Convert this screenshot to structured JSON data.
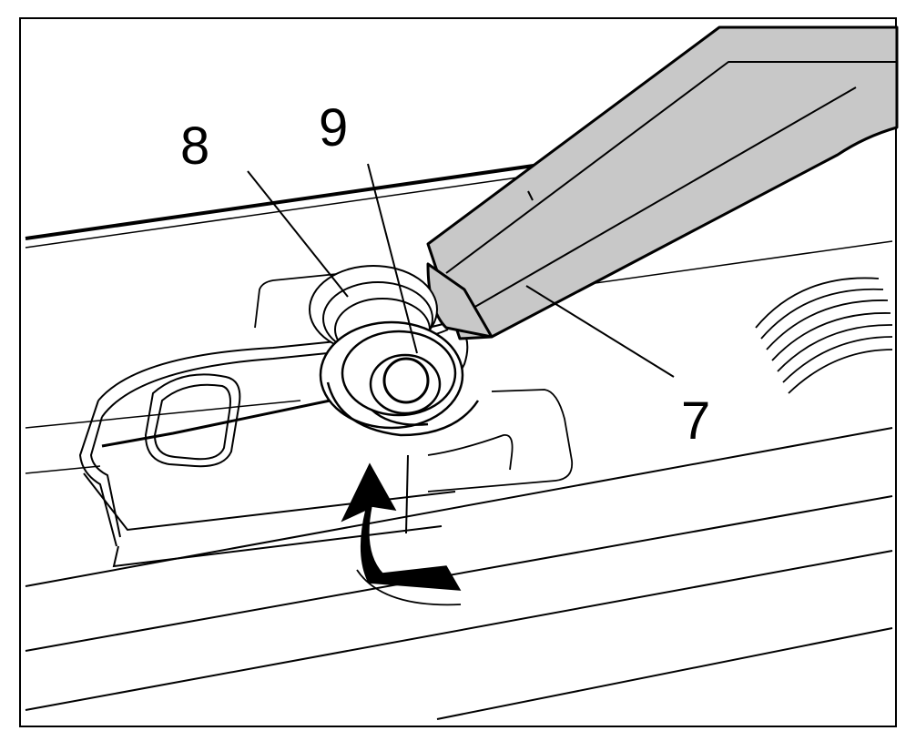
{
  "callouts": {
    "label_7": "7",
    "label_8": "8",
    "label_9": "9"
  },
  "colors": {
    "line": "#000000",
    "background": "#ffffff",
    "arm_fill": "#c8c8c8",
    "arrow_fill": "#000000"
  }
}
